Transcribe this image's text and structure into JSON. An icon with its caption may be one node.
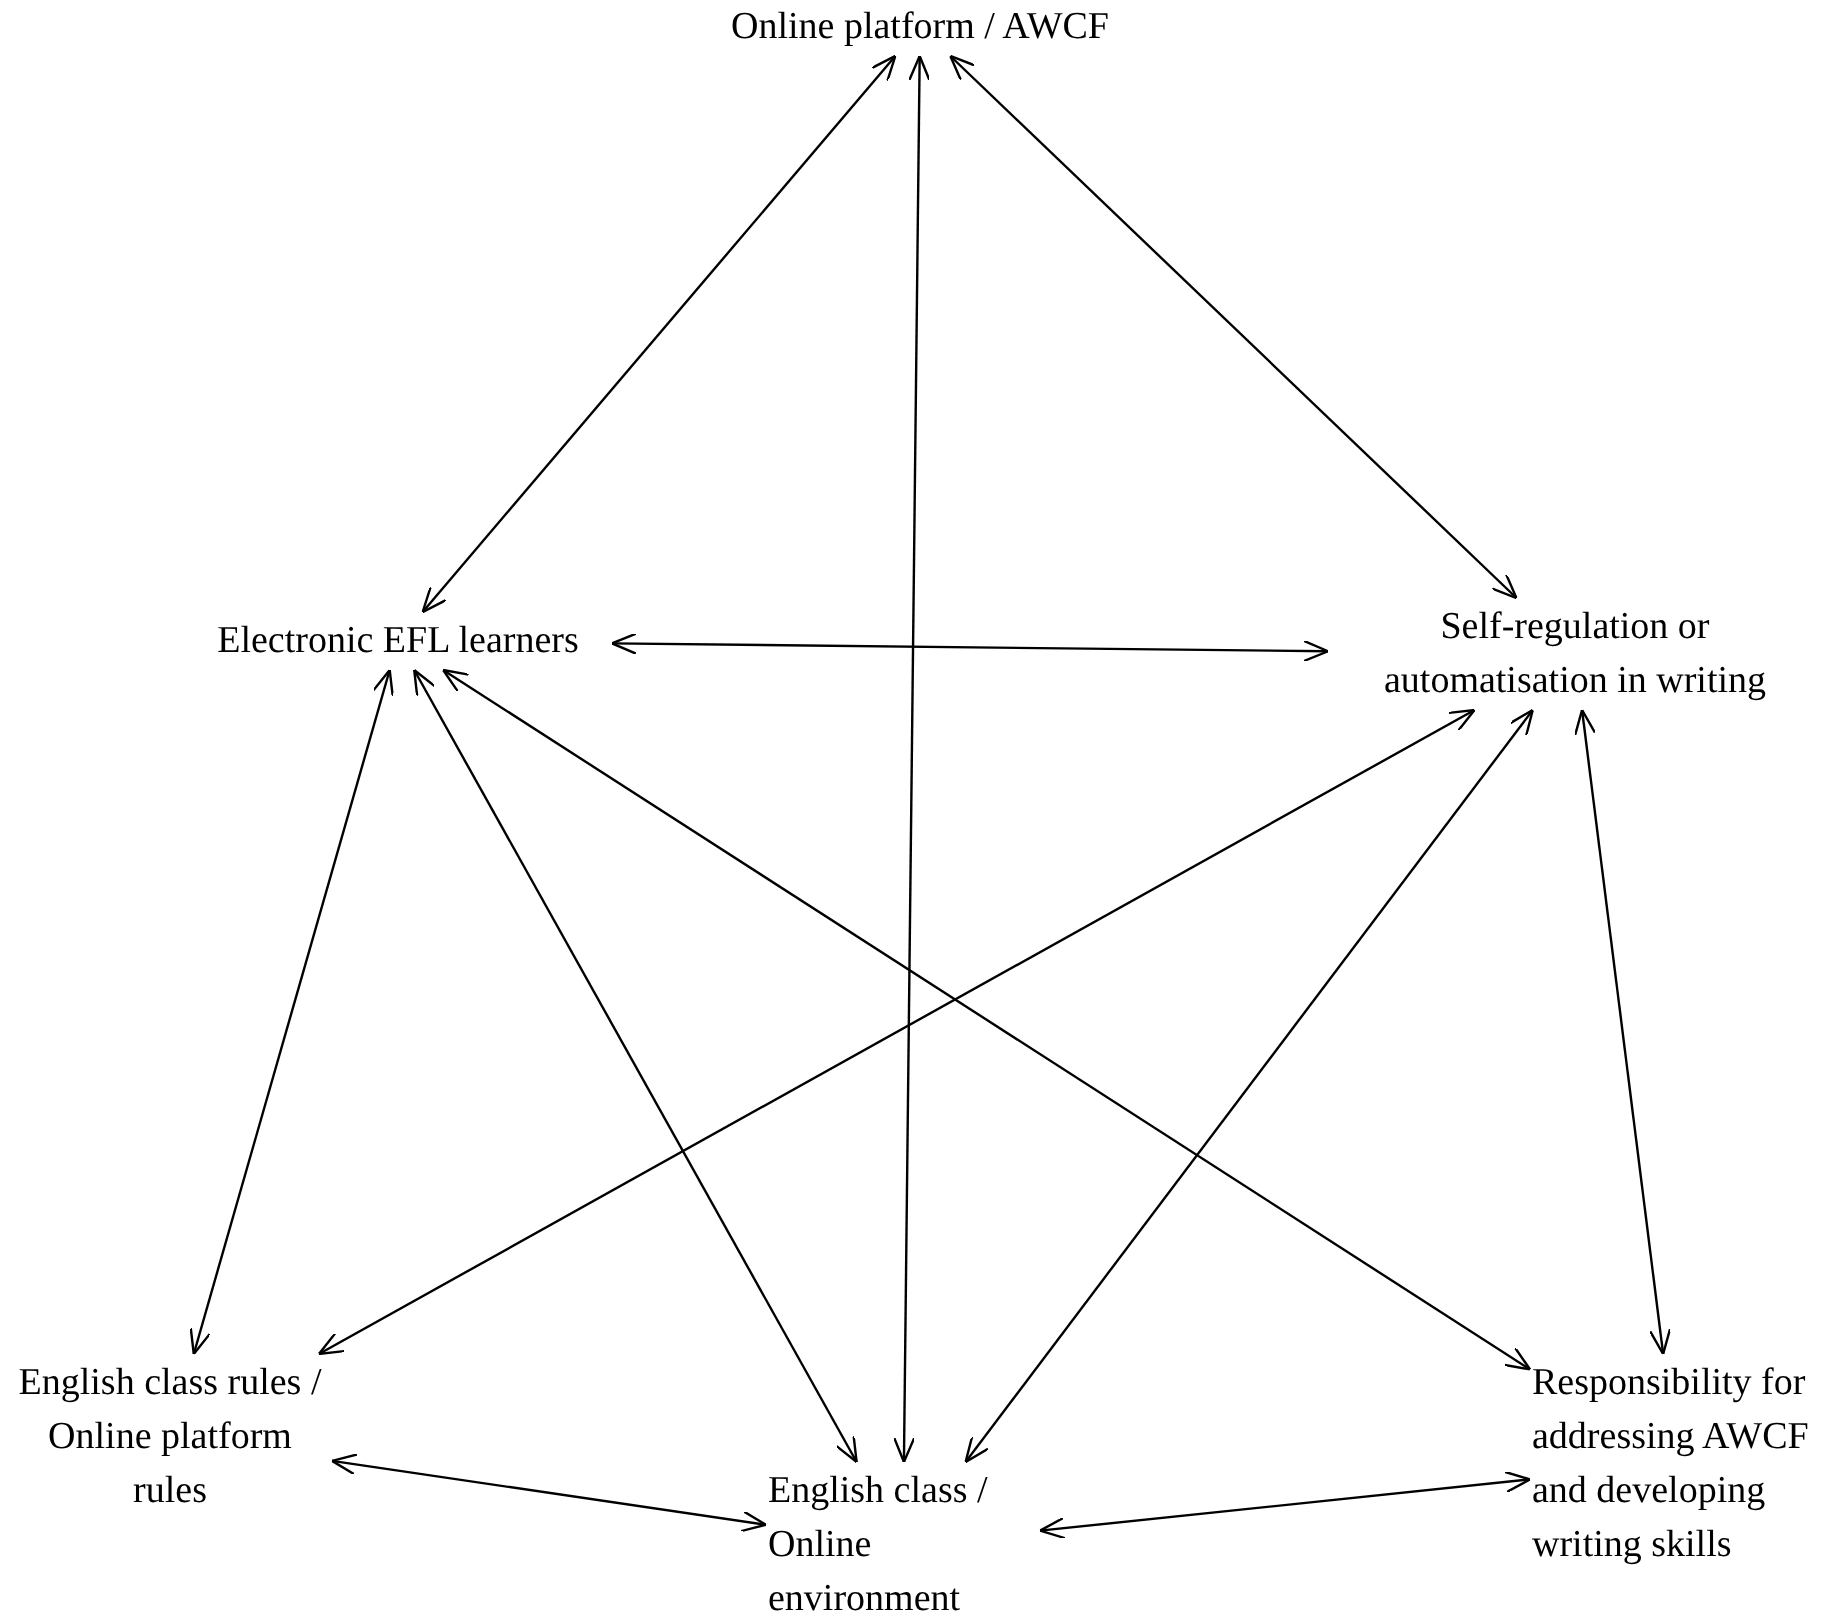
{
  "diagram": {
    "nodes": [
      {
        "text": [
          "Online platform / AWCF"
        ]
      },
      {
        "text": [
          "Electronic EFL learners"
        ]
      },
      {
        "text": [
          "Self-regulation or automatisation in writing"
        ]
      },
      {
        "text": [
          "English class rules / Online platform rules"
        ]
      },
      {
        "text": [
          "English class / Online environment"
        ]
      },
      {
        "text": [
          "Responsibility for addressing AWCF and developing writing skills"
        ]
      }
    ],
    "edges": [
      {
        "from": 0,
        "to": 1,
        "arrow": "both"
      },
      {
        "from": 0,
        "to": 4,
        "arrow": "both"
      },
      {
        "from": 0,
        "to": 2,
        "arrow": "both"
      },
      {
        "from": 1,
        "to": 2,
        "arrow": "both"
      },
      {
        "from": 1,
        "to": 3,
        "arrow": "both"
      },
      {
        "from": 1,
        "to": 4,
        "arrow": "both"
      },
      {
        "from": 1,
        "to": 5,
        "arrow": "both"
      },
      {
        "from": 2,
        "to": 3,
        "arrow": "both"
      },
      {
        "from": 2,
        "to": 4,
        "arrow": "both"
      },
      {
        "from": 2,
        "to": 5,
        "arrow": "both"
      },
      {
        "from": 3,
        "to": 4,
        "arrow": "both"
      },
      {
        "from": 4,
        "to": 5,
        "arrow": "both"
      }
    ]
  }
}
